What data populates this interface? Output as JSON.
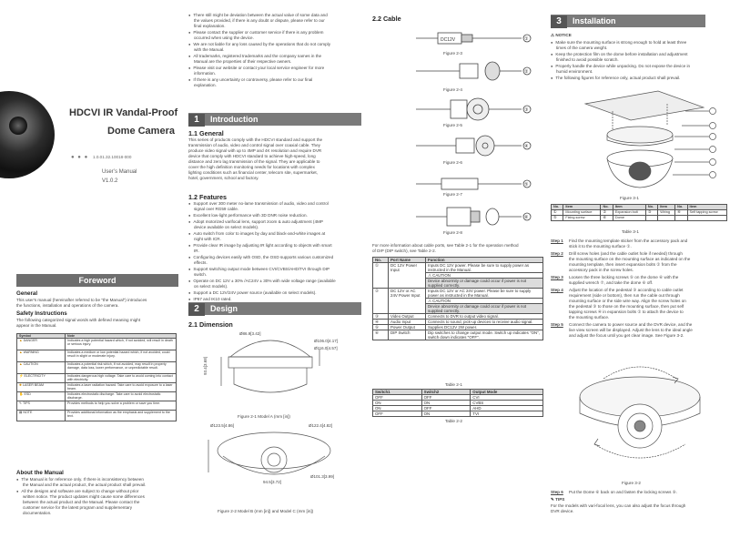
{
  "cover": {
    "title_line1": "HDCVI IR Vandal-Proof",
    "title_line2": "Dome Camera",
    "code": "1.0.01.32.10018-000",
    "subtitle": "User’s Manual",
    "version": "V1.0.2"
  },
  "foreword": {
    "heading": "Foreword",
    "general_title": "General",
    "general_text": [
      "This user's manual (hereinafter referred to be \"the Manual\") introduces",
      "the functions, installation and operations of the camera."
    ],
    "safety_title": "Safety Instructions",
    "safety_text": [
      "The following categorized signal words with defined meaning might",
      "appear in the Manual."
    ],
    "table_head": [
      "Symbol",
      "Note"
    ],
    "rows": [
      {
        "symbol": "DANGER",
        "note": "Indicates a high potential hazard which, if not avoided, will result in death or serious injury."
      },
      {
        "symbol": "WARNING",
        "note": "Indicates a medium or low potential hazard which, if not avoided, could result in slight or moderate injury."
      },
      {
        "symbol": "CAUTION",
        "note": "Indicates a potential risk which, if not avoided, may result in property damage, data loss, lower performance, or unpredictable result."
      },
      {
        "symbol": "ELECTRICITY",
        "note": "Indicates dangerous high voltage. Take care to avoid coming into contact with electricity."
      },
      {
        "symbol": "LASER BEAM",
        "note": "Indicates a laser radiation hazard. Take care to avoid exposure to a laser beam."
      },
      {
        "symbol": "ESD",
        "note": "Indicates electrostatic discharge. Take care to avoid electrostatic discharge."
      },
      {
        "symbol": "TIPS",
        "note": "Provides methods to help you solve a problem or save you time."
      },
      {
        "symbol": "NOTE",
        "note": "Provides additional information as the emphasis and supplement to the text."
      }
    ],
    "about_title": "About the Manual",
    "about_items": [
      [
        "The Manual is for reference only. If there is inconsistency between",
        "the Manual and the actual product, the actual product shall prevail."
      ],
      [
        "All the designs and software are subject to change without prior",
        "written notice. The product updates might cause some differences",
        "between the actual product and the Manual. Please contact the",
        "customer service for the latest program and supplementary",
        "documentation."
      ]
    ]
  },
  "col2_top": [
    [
      "There still might be deviation between the actual value of some data and",
      "the values provided, if there is any doubt or dispute, please refer to our",
      "final explanation."
    ],
    [
      "Please contact the supplier or customer service if there is any problem",
      "occurred when using the device."
    ],
    [
      "We are not liable for any loss caused by the operations that do not comply",
      "with the Manual."
    ],
    [
      "All trademarks, registered trademarks and the company names in the",
      "Manual are the properties of their respective owners."
    ],
    [
      "Please visit our website or contact your local service engineer for more",
      "information."
    ],
    [
      "If there is any uncertainty or controversy, please refer to our final",
      "explanation."
    ]
  ],
  "intro": {
    "number": "1",
    "heading": "Introduction",
    "general_title": "1.1 General",
    "general_text": [
      "This series of products comply with the HDCVI standard and support the",
      "transmission of audio, video and control signal over coaxial cable. They",
      "produce video signal with up to 4MP and 4K resolution and require DVR",
      "device that comply with HDCVI standard to achieve high-speed, long",
      "distance and zero lag transmission of the signal. They are applicable to",
      "cover the high definition monitoring needs for locations with complex",
      "lighting conditions such as financial center, telecom site, supermarket,",
      "hotel, government, school and factory."
    ],
    "features_title": "1.2 Features",
    "features": [
      [
        "Support over 300 meter no-lame transmission of audio, video and control",
        "signal over RG59 cable."
      ],
      [
        "Excellent low-light performance with 3D DNR noise reduction."
      ],
      [
        "Adopt motorized varifocal lens, support zoom & auto adjustment (4MP",
        "device available on select models)."
      ],
      [
        "Auto switch from color to images by day and black-and-white images at",
        "night with ICR."
      ],
      [
        "Provide clear IR image by adjusting IR light according to objects with smart",
        "IR."
      ],
      [
        "Configuring devices easily with OSD, the OSD supports various customized",
        "effects."
      ],
      [
        "Support switching output mode between CVI/CVBS/AHD/TVI through DIP",
        "switch."
      ],
      [
        "Operate on DC 12V ± 30% /AC24V ± 30% with wide voltage range (available",
        "on select models)."
      ],
      [
        "Support a DC 12V/24V power source (available on select models)."
      ],
      [
        "IP67 and IK10 rated."
      ]
    ]
  },
  "design": {
    "number": "2",
    "heading": "Design",
    "dimension_title": "2.1 Dimension",
    "fig_a_caption": "Figure 2-1 Model A (mm [in])",
    "fig_b_caption": "Figure 2-2 Model B (mm [in]) and Model C (mm [in])",
    "dims_a": [
      "Ø86.9[3.42]",
      "Ø106.0[4.17]",
      "Ø116.0[4.57]",
      "93.4[3.68]"
    ],
    "dims_b": [
      "Ø123.5[4.86]",
      "Ø122.4[4.82]",
      "94.5[3.72]",
      "Ø101.3[3.99]"
    ]
  },
  "cable": {
    "title": "2.2 Cable",
    "figures": [
      "Figure 2-3",
      "Figure 2-4",
      "Figure 2-5",
      "Figure 2-6",
      "Figure 2-7",
      "Figure 2-8"
    ],
    "labels": [
      "①",
      "②",
      "③",
      "④",
      "⑤",
      "⑥"
    ],
    "power_label": "DC12V",
    "note": [
      "For more information about cable ports, see Table 2-1 for the operation method",
      "of DIP (DIP switch), see Table 2-2."
    ],
    "table1_head": [
      "No.",
      "Port Name",
      "Function"
    ],
    "table1_rows": [
      {
        "no": "①",
        "port": "DC 12V Power Input",
        "func": "Inputs DC 12V power. Please be sure to supply power as instructed in the Manual.",
        "caution": "CAUTION",
        "warn": "Device abnormity or damage could occur if power is not supplied correctly."
      },
      {
        "no": "②",
        "port": "DC 12V or AC 24V Power Input",
        "func": "Inputs DC 12V or AC 24V power. Please be sure to supply power as instructed in the Manual.",
        "caution": "CAUTION",
        "warn": "Device abnormity or damage could occur if power is not supplied correctly."
      },
      {
        "no": "③",
        "port": "Video Output",
        "func": "Connects to DVR to output video signal."
      },
      {
        "no": "④",
        "port": "Audio Input",
        "func": "Connects to sound, pick-up devices to receive audio signal."
      },
      {
        "no": "⑤",
        "port": "Power Output",
        "func": "Supplies DC12V 2W power."
      },
      {
        "no": "⑥",
        "port": "DIP Switch",
        "func": "Dip switches to change output mode. Switch up indicates \"ON\", switch down indicates \"OFF\"."
      }
    ],
    "table1_caption": "Table 2-1",
    "table2_head": [
      "Switch1",
      "Switch2",
      "Output Mode"
    ],
    "table2_rows": [
      [
        "OFF",
        "OFF",
        "CVI"
      ],
      [
        "ON",
        "ON",
        "CVBS"
      ],
      [
        "ON",
        "OFF",
        "AHD"
      ],
      [
        "OFF",
        "ON",
        "TVI"
      ]
    ],
    "table2_caption": "Table 2-2"
  },
  "install": {
    "number": "3",
    "heading": "Installation",
    "notice": "NOTICE",
    "notice_items": [
      [
        "Make sure the mounting surface is strong enough to hold at least three",
        "times of the camera weight."
      ],
      [
        "Keep the protection film on the dome before installation and adjustment",
        "finished to avoid possible scratch."
      ],
      [
        "Properly handle the device while unpacking. Do not expose the device in",
        "humid environment."
      ],
      [
        "The following figures for reference only, actual product shall prevail."
      ]
    ],
    "fig1_caption": "Figure 3-1",
    "parts_head": [
      "No.",
      "Item",
      "No.",
      "Item",
      "No.",
      "Item",
      "No.",
      "Item"
    ],
    "parts_row1": [
      "①",
      "Mounting surface",
      "②",
      "Expansion bolt",
      "③",
      "Wiring",
      "④",
      "Self tapping screw"
    ],
    "parts_row2": [
      "⑤",
      "Fixing screw",
      "⑥",
      "Dome",
      "",
      "",
      "",
      ""
    ],
    "parts_caption": "Table 3-1",
    "steps": [
      {
        "label": "Step 1",
        "text": [
          "Find the mounting template sticker from the accessory pack and",
          "stick it to the mounting surface ①."
        ]
      },
      {
        "label": "Step 2",
        "text": [
          "Drill screw holes (and the cable outlet hole if needed) through",
          "the mounting surface on the mounting surface as indicated on the",
          "mounting template, then insert expansion bolts ② from the",
          "accessory pack in the screw holes."
        ]
      },
      {
        "label": "Step 3",
        "text": [
          "Loosen the three locking screws ⑤ on the dome ⑥ with the",
          "supplied wrench ⑦, and take the dome ⑥ off."
        ]
      },
      {
        "label": "Step 4",
        "text": [
          "Adjust the location of the pedestal ③ according to cable outlet",
          "requirement (side or bottom), then run the cable out through",
          "mounting surface or the side wire way. Align the screw holes on",
          "the pedestal ③ to those on the mounting surface, then put self",
          "tapping screws ④ in expansion bolts ② to attach the device to",
          "the mounting surface."
        ]
      },
      {
        "label": "Step 5",
        "text": [
          "Connect the camera to power source and the DVR device, and the",
          "live view screen will be displayed. Adjust the lens to the ideal angle",
          "and adjust the focus until you get clear image. See Figure 3-2."
        ]
      }
    ],
    "fig2_caption": "Figure 3-2",
    "step6": {
      "label": "Step 6",
      "text": [
        "Put the Dome ⑥ back on and fasten the locking screws ⑤."
      ]
    },
    "tips": "TIPS",
    "tips_text": [
      "For the models with vari-focal lens, you can also adjust the focus through",
      "DVR device."
    ]
  }
}
